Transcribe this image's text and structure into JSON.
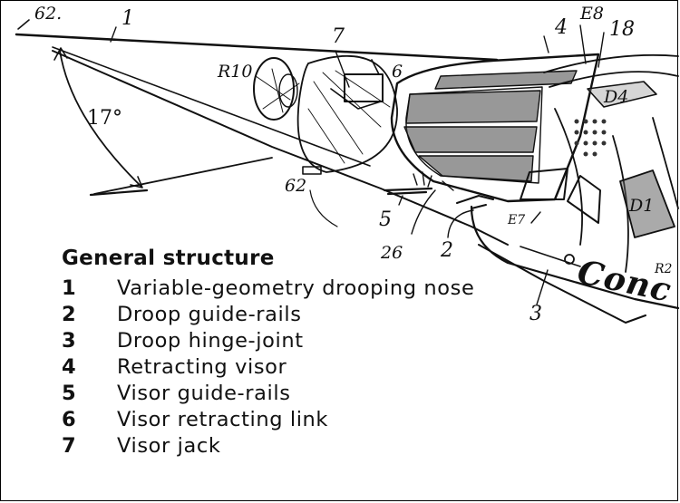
{
  "diagram": {
    "callouts": {
      "tip": "62.",
      "nose": "1",
      "r10": "R10",
      "jack": "7",
      "link": "6",
      "visor": "4",
      "e8": "E8",
      "c18": "18",
      "d4": "D4",
      "angle": "17°",
      "c62": "62",
      "rails5": "5",
      "c26": "26",
      "rails2": "2",
      "e7": "E7",
      "hinge3": "3",
      "d1": "D1",
      "r2": "R2"
    },
    "brand": "Conc"
  },
  "legend": {
    "title": "General structure",
    "items": [
      {
        "num": "1",
        "label": "Variable-geometry  drooping nose"
      },
      {
        "num": "2",
        "label": "Droop guide-rails"
      },
      {
        "num": "3",
        "label": "Droop hinge-joint"
      },
      {
        "num": "4",
        "label": "Retracting visor"
      },
      {
        "num": "5",
        "label": "Visor guide-rails"
      },
      {
        "num": "6",
        "label": "Visor retracting link"
      },
      {
        "num": "7",
        "label": "Visor jack"
      }
    ]
  }
}
